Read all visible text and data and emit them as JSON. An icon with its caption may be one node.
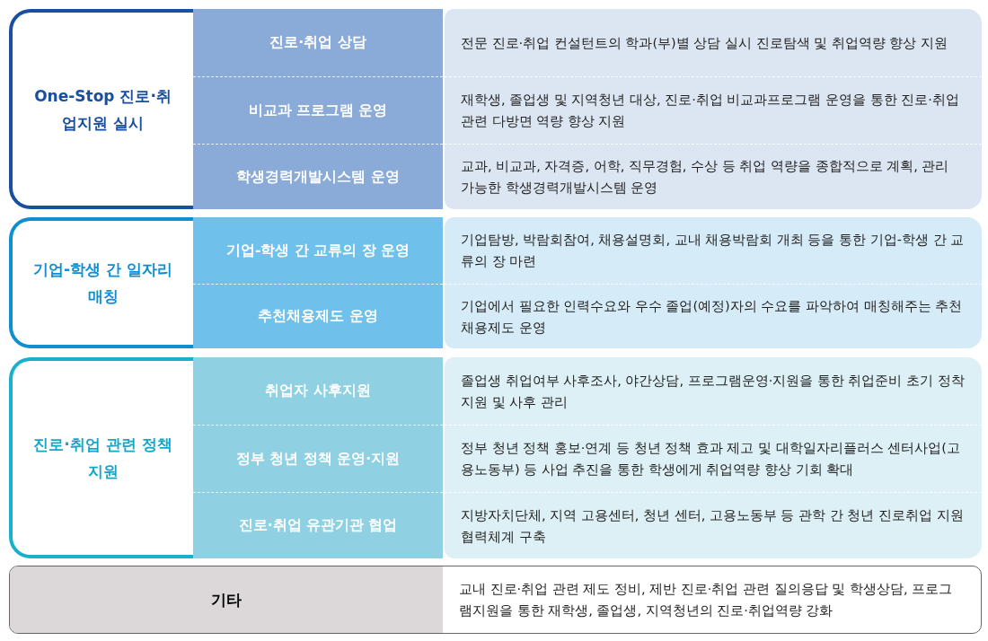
{
  "diagram": {
    "nodes": [
      {
        "text": [
          "One-Stop 진로·취업지원 실시"
        ]
      },
      {
        "text": [
          "진로·취업 상담"
        ]
      },
      {
        "text": [
          "전문 진로·취업 컨설턴트의 학과(부)별 상담 실시 진로탐색 및 취업역량 향상 지원"
        ]
      },
      {
        "text": [
          "비교과 프로그램 운영"
        ]
      },
      {
        "text": [
          "재학생, 졸업생 및 지역청년 대상, 진로·취업 비교과프로그램 운영을 통한 진로·취업 관련 다방면 역량 향상 지원"
        ]
      },
      {
        "text": [
          "학생경력개발시스템 운영"
        ]
      },
      {
        "text": [
          "교과, 비교과, 자격증, 어학, 직무경험, 수상 등 취업 역량을 종합적으로 계획, 관리 가능한 학생경력개발시스템 운영"
        ]
      },
      {
        "text": [
          "기업-학생 간 일자리매칭"
        ]
      },
      {
        "text": [
          "기업-학생 간 교류의 장 운영"
        ]
      },
      {
        "text": [
          "기업탐방, 박람회참여, 채용설명회, 교내 채용박람회 개최 등을 통한 기업-학생 간 교류의 장 마련"
        ]
      },
      {
        "text": [
          "추천채용제도 운영"
        ]
      },
      {
        "text": [
          "기업에서 필요한 인력수요와 우수 졸업(예정)자의 수요를 파악하여 매칭해주는 추천채용제도 운영"
        ]
      },
      {
        "text": [
          "진로·취업 관련 정책 지원"
        ]
      },
      {
        "text": [
          "취업자 사후지원"
        ]
      },
      {
        "text": [
          "졸업생 취업여부 사후조사, 야간상담, 프로그램운영·지원을 통한 취업준비 초기 정착 지원 및 사후 관리"
        ]
      },
      {
        "text": [
          "정부 청년 정책 운영·지원"
        ]
      },
      {
        "text": [
          "정부 청년 정책 홍보·연계 등 청년 정책 효과 제고 및 대학일자리플러스 센터사업(고용노동부) 등 사업 추진을 통한 학생에게 취업역량 향상 기회 확대"
        ]
      },
      {
        "text": [
          "진로·취업 유관기관 협업"
        ]
      },
      {
        "text": [
          "지방자치단체, 지역 고용센터, 청년 센터, 고용노동부 등 관학 간 청년 진로취업 지원 협력체계 구축"
        ]
      },
      {
        "text": [
          "기타",
          "교내 진로·취업 관련 제도 정비, 제반 진로·취업 관련 질의응답 및 학생상담, 프로그램지원을 통한 재학생, 졸업생, 지역청년의 진로·취업역량 강화"
        ]
      }
    ]
  }
}
